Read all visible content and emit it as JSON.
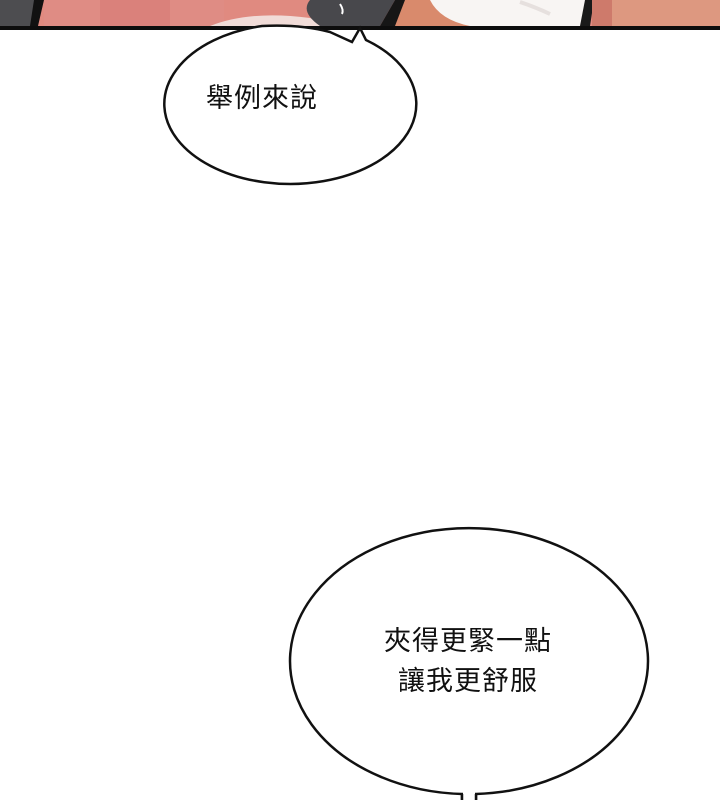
{
  "comic": {
    "top_panel": {
      "description": "cropped artwork strip at top edge",
      "colors": {
        "skin_pink": "#e08a80",
        "skin_shadow": "#c9706a",
        "hair_dark": "#4a4a4e",
        "skin_tan": "#d98a6c",
        "white": "#f7f4f2",
        "border": "#111111"
      }
    },
    "bubbles": [
      {
        "id": "bubble-1",
        "lines": [
          "舉例來說"
        ]
      },
      {
        "id": "bubble-2",
        "lines": [
          "夾得更緊一點",
          "讓我更舒服"
        ]
      }
    ]
  }
}
